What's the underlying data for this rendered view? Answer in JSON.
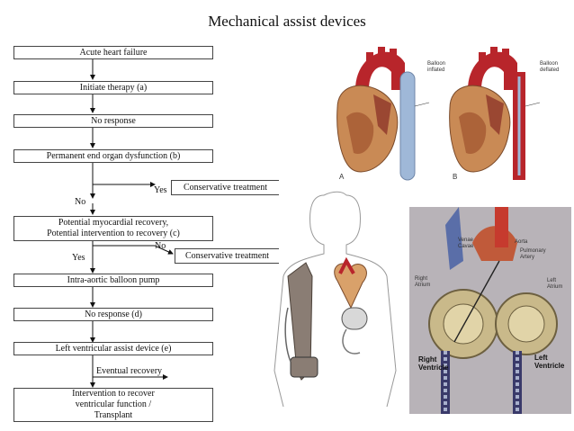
{
  "title": "Mechanical assist devices",
  "flowchart": {
    "steps": [
      "Acute heart failure",
      "Initiate therapy (a)",
      "No response",
      "Permanent end organ dysfunction (b)",
      "Potential myocardial recovery,",
      "Potential intervention to recovery (c)",
      "Intra-aortic balloon pump",
      "No response (d)",
      "Left ventricular assist device (e)",
      "Intervention to recover",
      "ventricular function /",
      "Transplant"
    ],
    "branch_yes_1": "Yes",
    "conservative_1": "Conservative treatment",
    "branch_no_1": "No",
    "branch_no_2": "No",
    "conservative_2": "Conservative treatment",
    "branch_yes_2": "Yes",
    "eventual_recovery": "Eventual recovery"
  },
  "illustrations": {
    "balloon_inflated": "Balloon inflated",
    "balloon_deflated": "Balloon deflated",
    "panel_a": "A",
    "panel_b": "B",
    "venae_cavae": "Venae Cavae",
    "aorta": "Aorta",
    "pulmonary_artery": "Pulmonary Artery",
    "right_atrium": "Right Atrium",
    "left_atrium": "Left Atrium",
    "right_ventricle": "Right Ventricle",
    "left_ventricle": "Left Ventricle"
  },
  "colors": {
    "aorta_red": "#b8252b",
    "heart_tan": "#c98a55",
    "balloon_blue": "#9fb8d8"
  }
}
